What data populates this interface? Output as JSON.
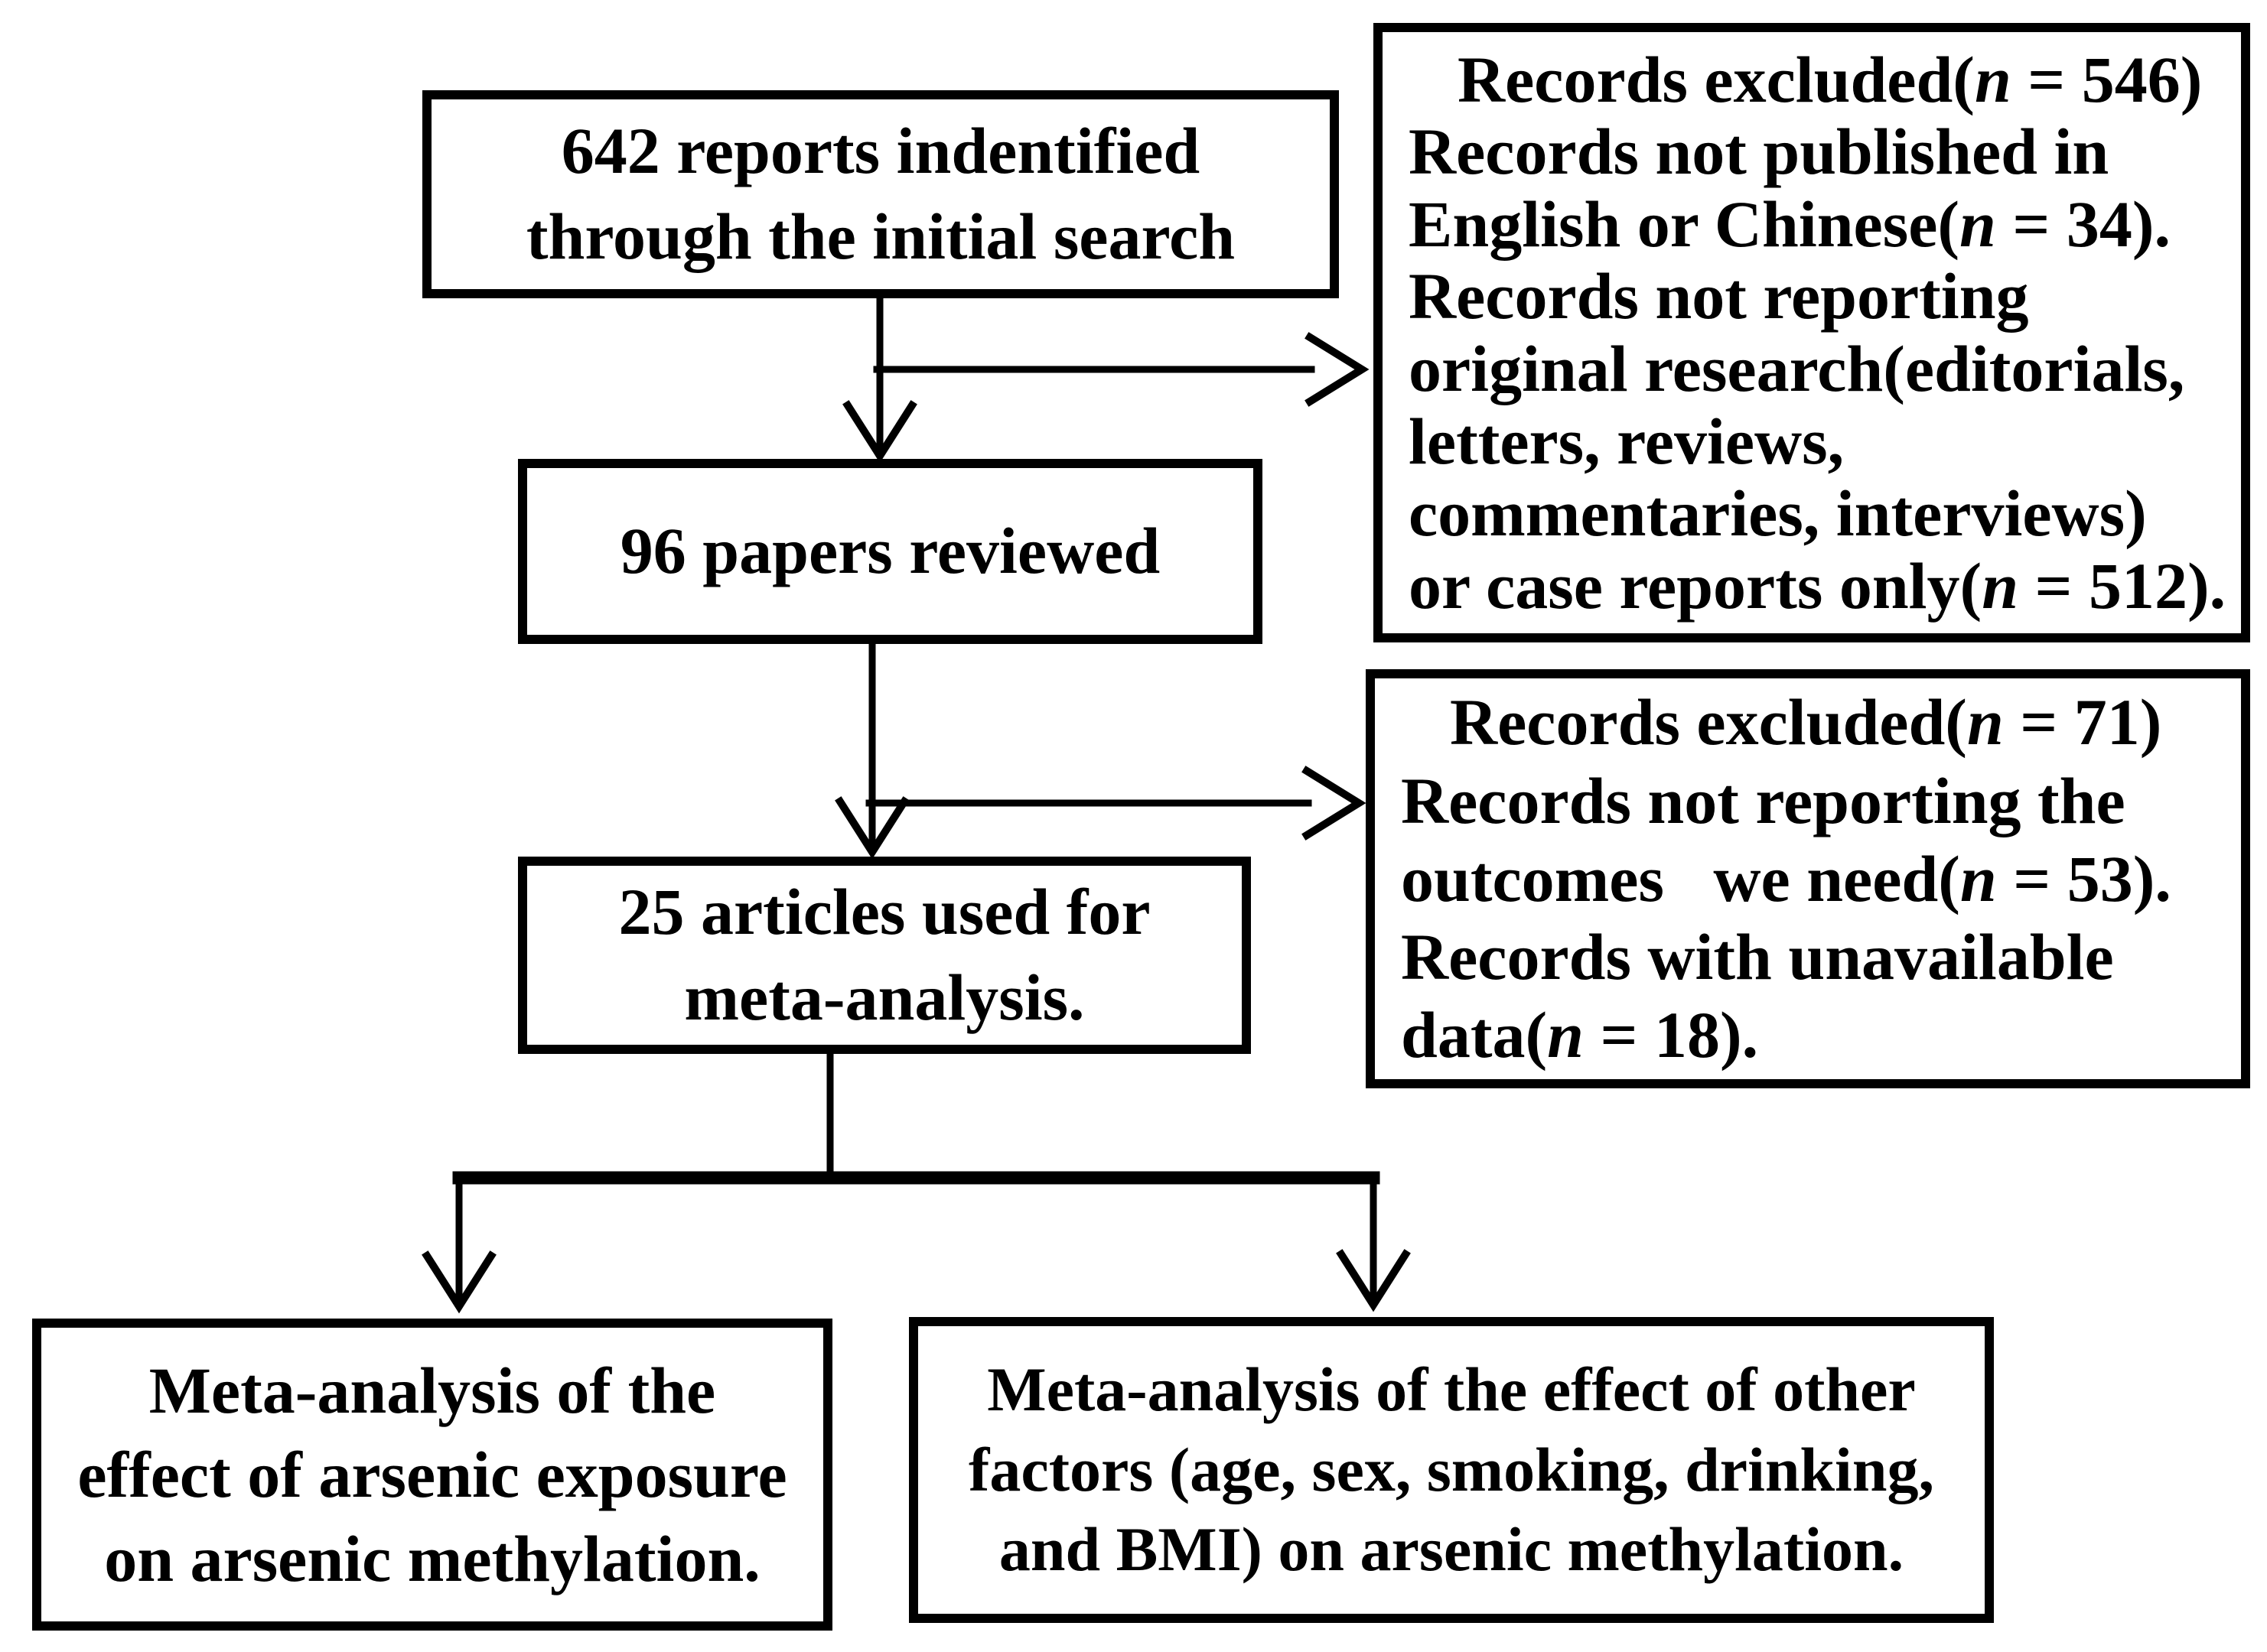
{
  "canvas": {
    "background": "#ffffff",
    "ink": "#000000"
  },
  "boxes": {
    "identified": {
      "lines": [
        "642 reports indentified",
        "through the initial search"
      ]
    },
    "excluded_initial": {
      "lines": [
        "Records excluded(n = 546)",
        "Records not published in",
        "English or Chinese(n = 34).",
        "Records not reporting",
        "original research(editorials,",
        "letters, reviews,",
        "commentaries, interviews)",
        "or case reports only(n = 512)."
      ]
    },
    "reviewed": {
      "lines": [
        "96 papers reviewed"
      ]
    },
    "excluded_review": {
      "lines": [
        "Records excluded(n = 71)",
        "Records not reporting the",
        "outcomes   we need(n = 53).",
        "Records with unavailable",
        "data(n = 18)."
      ]
    },
    "meta_analysis": {
      "lines": [
        "25 articles used for",
        "meta-analysis."
      ]
    },
    "arsenic_exposure": {
      "lines": [
        "Meta-analysis of the",
        "effect of arsenic exposure",
        "on arsenic methylation."
      ]
    },
    "other_factors": {
      "lines": [
        "Meta-analysis of the effect of other",
        "factors (age, sex, smoking, drinking,",
        "and BMI) on arsenic methylation."
      ]
    }
  }
}
